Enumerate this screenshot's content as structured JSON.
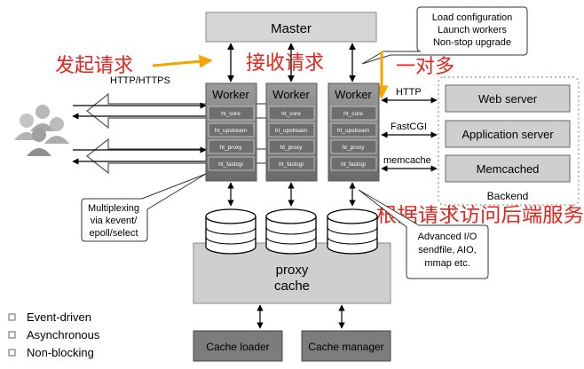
{
  "master": {
    "label": "Master"
  },
  "master_callout": {
    "lines": [
      "Load configuration",
      "Launch workers",
      "Non-stop upgrade"
    ]
  },
  "annotations_cn": {
    "send_request": "发起请求",
    "receive_request": "接收请求",
    "one_to_many": "一对多",
    "route_backend": "根据请求访问后端服务"
  },
  "client_protocol": "HTTP/HTTPS",
  "workers": [
    {
      "title": "Worker",
      "modules": [
        "ht_core",
        "ht_upstream",
        "ht_proxy",
        "ht_fastcgi"
      ]
    },
    {
      "title": "Worker",
      "modules": [
        "ht_core",
        "ht_upstream",
        "ht_proxy",
        "ht_fastcgi"
      ]
    },
    {
      "title": "Worker",
      "modules": [
        "ht_core",
        "ht_upstream",
        "ht_proxy",
        "ht_fastcgi"
      ]
    }
  ],
  "protocols": [
    "HTTP",
    "FastCGI",
    "memcache"
  ],
  "backend": {
    "label": "Backend",
    "servers": [
      "Web server",
      "Application server",
      "Memcached"
    ]
  },
  "multiplex_callout": {
    "lines": [
      "Multiplexing",
      "via kevent/",
      "epoll/select"
    ]
  },
  "io_callout": {
    "lines": [
      "Advanced I/O",
      "sendfile, AIO,",
      "mmap etc."
    ]
  },
  "cache": {
    "lines": [
      "proxy",
      "cache"
    ]
  },
  "cache_loader": "Cache loader",
  "cache_manager": "Cache manager",
  "legend": [
    "Event-driven",
    "Asynchronous",
    "Non-blocking"
  ],
  "colors": {
    "red": "#e8231b",
    "orange": "#f5a400",
    "box_gray": "#d4d4d4",
    "dark_gray": "#7c7c7c"
  }
}
